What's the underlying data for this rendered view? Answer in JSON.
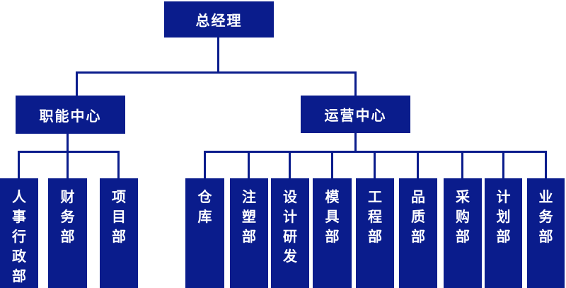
{
  "org_chart": {
    "root": {
      "label": "总经理"
    },
    "centers": [
      {
        "label": "职能中心"
      },
      {
        "label": "运营中心"
      }
    ],
    "functional_departments": [
      {
        "label": "人事行政部"
      },
      {
        "label": "财务部"
      },
      {
        "label": "项目部"
      }
    ],
    "operations_departments": [
      {
        "label": "仓库"
      },
      {
        "label": "注塑部"
      },
      {
        "label": "设计研发"
      },
      {
        "label": "模具部"
      },
      {
        "label": "工程部"
      },
      {
        "label": "品质部"
      },
      {
        "label": "采购部"
      },
      {
        "label": "计划部"
      },
      {
        "label": "业务部"
      }
    ],
    "colors": {
      "node_fill": "#0A1C8C",
      "node_text": "#FFFFFF",
      "connector": "#0A1C8C",
      "background": "#FFFFFF"
    }
  }
}
